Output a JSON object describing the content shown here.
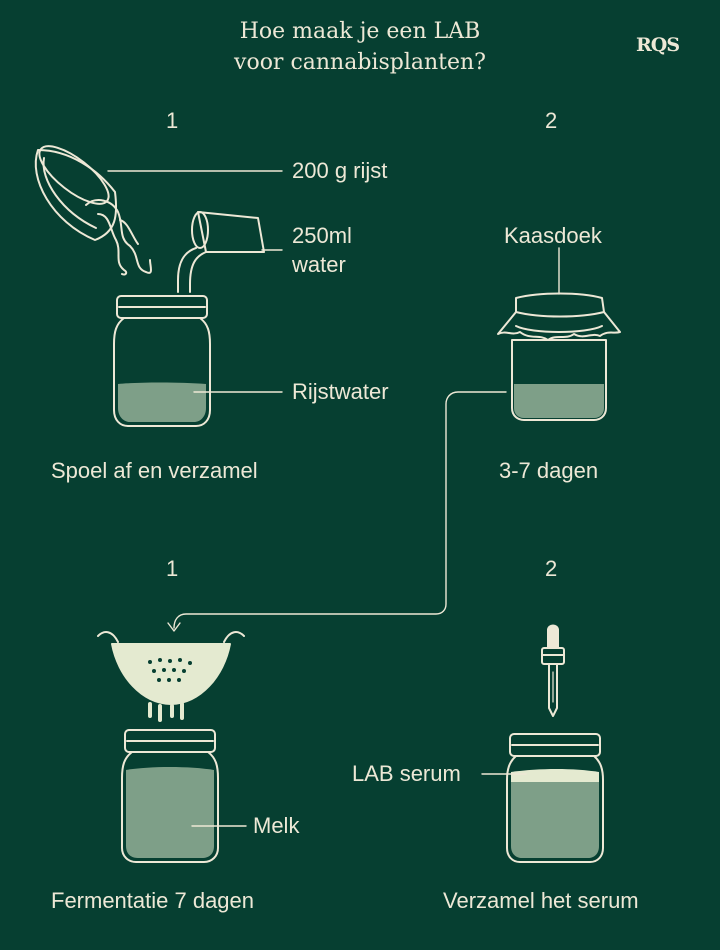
{
  "title_line1": "Hoe maak je een LAB",
  "title_line2": "voor cannabisplanten?",
  "logo": "RQS",
  "steps": [
    {
      "number": "1",
      "caption": "Spoel af en verzamel"
    },
    {
      "number": "2",
      "caption": "3-7 dagen"
    },
    {
      "number": "1",
      "caption": "Fermentatie 7 dagen"
    },
    {
      "number": "2",
      "caption": "Verzamel het serum"
    }
  ],
  "labels": {
    "rice": "200 g rijst",
    "water_line1": "250ml",
    "water_line2": "water",
    "rice_water": "Rijstwater",
    "cheesecloth": "Kaasdoek",
    "milk": "Melk",
    "lab_serum": "LAB serum"
  },
  "colors": {
    "background": "#063f31",
    "line": "#ede8d6",
    "liquid": "#7e9f88",
    "strainer": "#e4ead0"
  }
}
